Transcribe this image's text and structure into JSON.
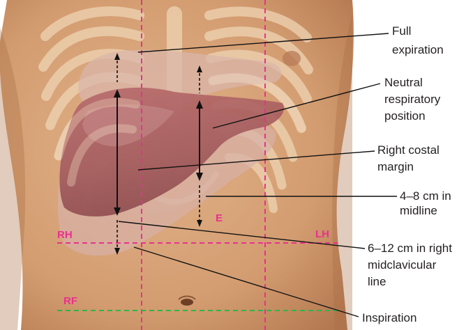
{
  "colors": {
    "skin": "#d8a57a",
    "skin_dark": "#b77d55",
    "rib": "#edd0ae",
    "liver": "#a2585a",
    "liver_light": "#cb9a9a",
    "liver_ghost": "#d9b8b0",
    "magenta_line": "#e8318f",
    "green_line": "#2fb34a",
    "background": "#ffffff",
    "text": "#231f20"
  },
  "labels": {
    "full_expiration": [
      "Full",
      "expiration"
    ],
    "neutral": [
      "Neutral",
      "respiratory",
      "position"
    ],
    "costal": [
      "Right costal",
      "margin"
    ],
    "midline": [
      "4–8 cm in",
      "midline"
    ],
    "mcl": [
      "6–12 cm in right",
      "midclavicular",
      "line"
    ],
    "inspiration": [
      "Inspiration"
    ]
  },
  "regions": {
    "rh": "RH",
    "lh": "LH",
    "e": "E",
    "rf": "RF"
  }
}
